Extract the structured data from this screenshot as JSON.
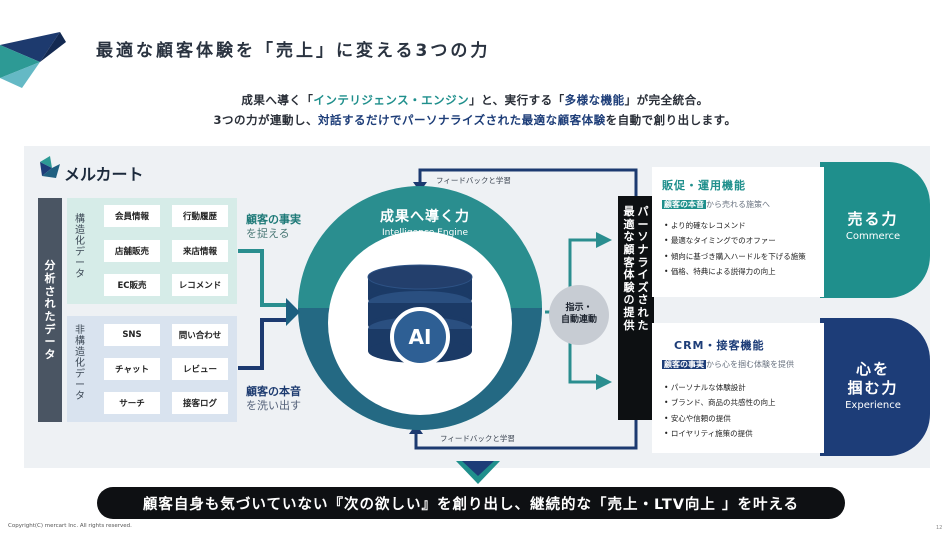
{
  "title": "最適な顧客体験を「売上」に変える3つの力",
  "intro": {
    "line1_pre": "成果へ導く「",
    "line1_hl": "インテリジェンス・エンジン",
    "line1_mid": "」と、実行する「",
    "line1_hl2": "多様な機能",
    "line1_post": "」が完全統合。",
    "line2_pre": "3つの力が連動し、",
    "line2_hl": "対話するだけでパーソナライズされた最適な顧客体験",
    "line2_post": "を自動で創り出します。"
  },
  "logo": {
    "name": "メルカート"
  },
  "data_bar": [
    "分析されたデータ"
  ],
  "structured": {
    "label": [
      "構",
      "造",
      "化",
      "デ",
      "ー",
      "タ"
    ],
    "chips": [
      "会員情報",
      "行動履歴",
      "店舗販売",
      "来店情報",
      "EC販売",
      "レコメンド"
    ],
    "caption_1": "顧客の事実",
    "caption_2": "を捉える"
  },
  "unstructured": {
    "label": [
      "非",
      "構",
      "造",
      "化",
      "デ",
      "ー",
      "タ"
    ],
    "chips": [
      "SNS",
      "問い合わせ",
      "チャット",
      "レビュー",
      "サーチ",
      "接客ログ"
    ],
    "caption_1": "顧客の本音",
    "caption_2": "を洗い出す"
  },
  "center": {
    "title": "成果へ導く力",
    "subtitle": "Intelligence Engine",
    "ai_label": "AI"
  },
  "feedback_top": "フィードバックと学習",
  "feedback_bottom": "フィードバックと学習",
  "direct": {
    "line1": "指示・",
    "line2": "自動連動"
  },
  "personalized": {
    "col1": [
      "パ",
      "ー",
      "ソ",
      "ナ",
      "ラ",
      "イ",
      "ズ",
      "さ",
      "れ",
      "た"
    ],
    "col2": [
      "最",
      "適",
      "な",
      "顧",
      "客",
      "体",
      "験",
      "の",
      "提",
      "供"
    ]
  },
  "commerce": {
    "heading": "販促・運用機能",
    "sub_hl": "顧客の本音",
    "sub_rest": "から売れる施策へ",
    "items": [
      "より的確なレコメンド",
      "最適なタイミングでのオファー",
      "傾向に基づき購入ハードルを下げる施策",
      "価格、特典による説得力の向上"
    ],
    "tab_title": "売る力",
    "tab_sub": "Commerce",
    "color": "#1f8f8c"
  },
  "experience": {
    "heading": "CRM・接客機能",
    "sub_hl": "顧客の事実",
    "sub_rest": "から心を掴む体験を提供",
    "items": [
      "パーソナルな体験設計",
      "ブランド、商品の共感性の向上",
      "安心や信頼の提供",
      "ロイヤリティ施策の提供"
    ],
    "tab_title_1": "心を",
    "tab_title_2": "掴む力",
    "tab_sub": "Experience",
    "color": "#1d3d78"
  },
  "banner": "顧客自身も気づいていない『次の欲しい』を創り出し、継続的な「売上・LTV向上 」を叶える",
  "copyright": "Copyright(C) mercart Inc. All rights reserved.",
  "page_number": "12"
}
